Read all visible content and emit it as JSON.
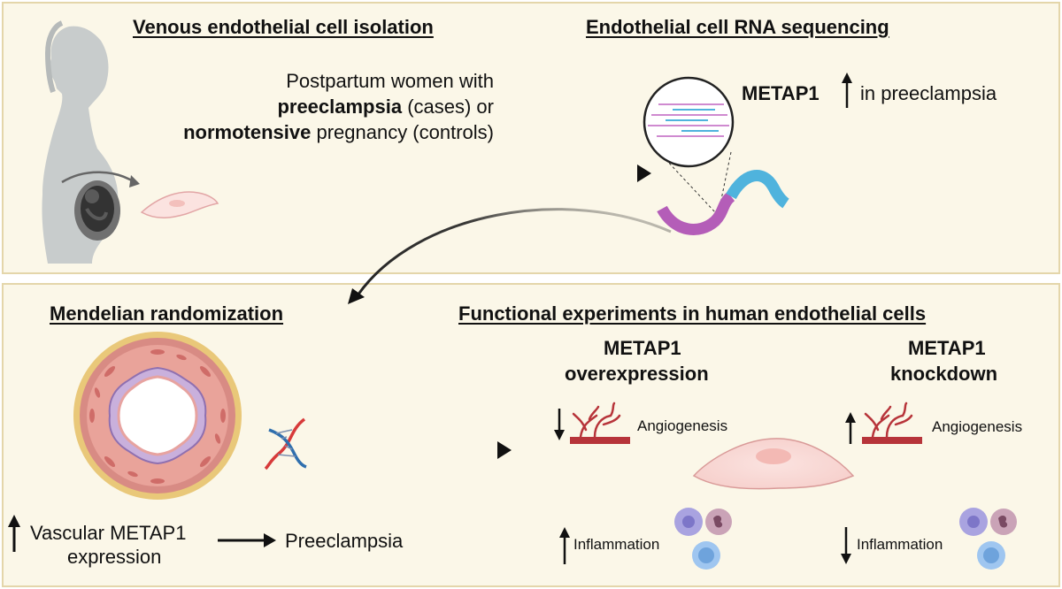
{
  "top": {
    "left_heading": "Venous endothelial cell isolation",
    "right_heading": "Endothelial cell RNA sequencing",
    "cohort_line1": "Postpartum women with",
    "cohort_line2_bold": "preeclampsia",
    "cohort_line2_rest": " (cases) or",
    "cohort_line3_bold": "normotensive",
    "cohort_line3_rest": " pregnancy (controls)",
    "gene_label": "METAP1",
    "finding_text": "in preeclampsia"
  },
  "bottom": {
    "mr_heading": "Mendelian randomization",
    "func_heading": "Functional experiments in human endothelial cells",
    "exposure_line1": "Vascular METAP1",
    "exposure_line2": "expression",
    "outcome": "Preeclampsia",
    "overexpression_title1": "METAP1",
    "overexpression_title2": "overexpression",
    "knockdown_title1": "METAP1",
    "knockdown_title2": "knockdown",
    "angiogenesis_left": "Angiogenesis",
    "angiogenesis_right": "Angiogenesis",
    "inflammation_left": "Inflammation",
    "inflammation_right": "Inflammation"
  },
  "colors": {
    "panel_bg": "#fbf7e8",
    "panel_border": "#e4d6aa",
    "rna_purple": "#b45db8",
    "rna_blue": "#4fb3dd",
    "vessel_red": "#b7343a"
  }
}
